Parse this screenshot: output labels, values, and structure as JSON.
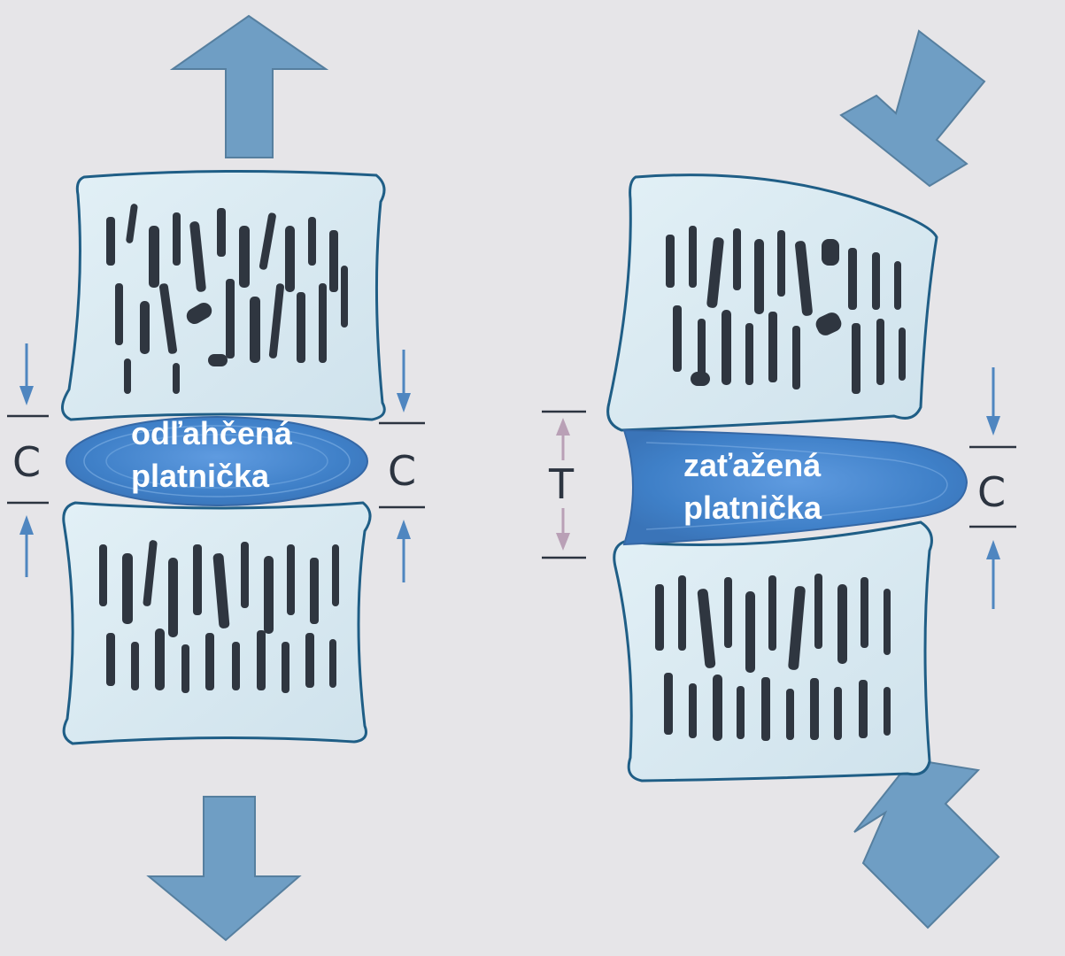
{
  "diagram": {
    "left_disc": {
      "label_line1": "odľahčená",
      "label_line2": "platnička",
      "dimension_left": "C",
      "dimension_right": "C"
    },
    "right_disc": {
      "label_line1": "zaťažená",
      "label_line2": "platnička",
      "dimension_left": "T",
      "dimension_right": "C"
    }
  },
  "colors": {
    "background": "#e6e5e8",
    "bone_fill": "#d9eaf2",
    "bone_outline": "#1f5e86",
    "disc_fill": "#4f8fd1",
    "force_arrow": "#6f9ec4",
    "dimension_arrow": "#4f86c0",
    "dimension_arrow_tension": "#b9a0b6",
    "trabecular_pores": "#2f3640"
  },
  "icons": {
    "force_arrows": [
      "arrow-up-icon",
      "arrow-down-icon",
      "arrow-diagonal-down-left-icon",
      "arrow-diagonal-up-left-icon"
    ]
  }
}
